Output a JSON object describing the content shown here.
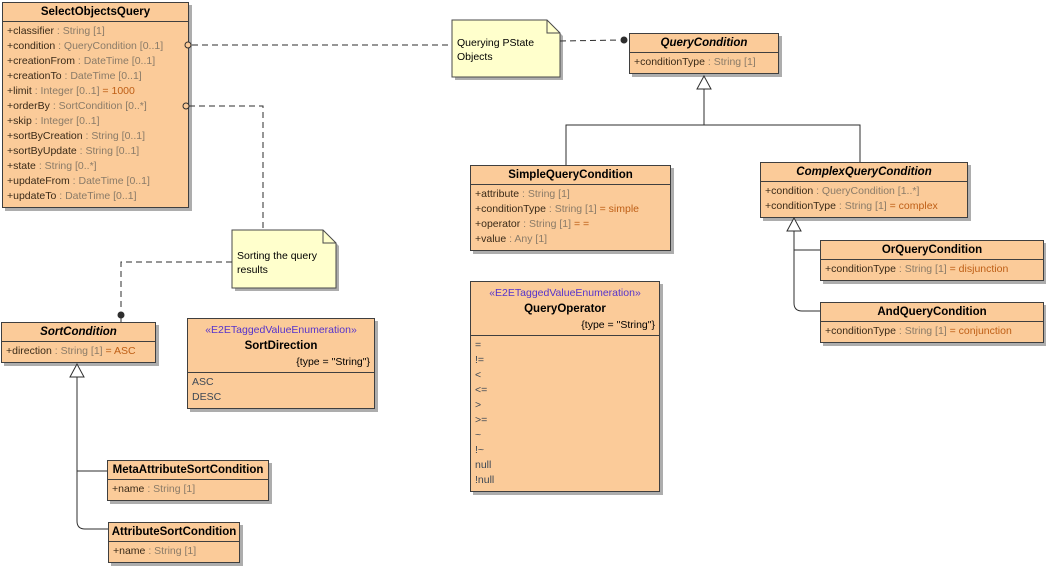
{
  "diagram": {
    "colors": {
      "class_fill": "#FBCB99",
      "class_border": "#3F3F3F",
      "shadow": "#ADADAD",
      "note_fill": "#FFFFCC",
      "stereotype_text": "#5533CC",
      "attr_name_text": "#3A2A18",
      "attr_type_text": "#8A7B68",
      "attr_default_text": "#BE5E15",
      "enum_literal_text": "#3D4855",
      "line_color": "#2E2E2E"
    },
    "classes": {
      "selectObjectsQuery": {
        "title": "SelectObjectsQuery",
        "attributes": [
          {
            "name": "+classifier",
            "type": " : String [1]"
          },
          {
            "name": "+condition",
            "type": " : QueryCondition [0..1]"
          },
          {
            "name": "+creationFrom",
            "type": " : DateTime [0..1]"
          },
          {
            "name": "+creationTo",
            "type": " : DateTime [0..1]"
          },
          {
            "name": "+limit",
            "type": " : Integer [0..1]",
            "default": " = 1000"
          },
          {
            "name": "+orderBy",
            "type": " : SortCondition [0..*]"
          },
          {
            "name": "+skip",
            "type": " : Integer [0..1]"
          },
          {
            "name": "+sortByCreation",
            "type": " : String [0..1]"
          },
          {
            "name": "+sortByUpdate",
            "type": " : String [0..1]"
          },
          {
            "name": "+state",
            "type": " : String [0..*]"
          },
          {
            "name": "+updateFrom",
            "type": " : DateTime [0..1]"
          },
          {
            "name": "+updateTo",
            "type": " : DateTime [0..1]"
          }
        ]
      },
      "queryCondition": {
        "title": "QueryCondition",
        "attributes": [
          {
            "name": "+conditionType",
            "type": " : String [1]"
          }
        ]
      },
      "simpleQueryCondition": {
        "title": "SimpleQueryCondition",
        "attributes": [
          {
            "name": "+attribute",
            "type": " : String [1]"
          },
          {
            "name": "+conditionType",
            "type": " : String [1]",
            "default": " = simple"
          },
          {
            "name": "+operator",
            "type": " : String [1]",
            "default": " = ="
          },
          {
            "name": "+value",
            "type": " : Any [1]"
          }
        ]
      },
      "complexQueryCondition": {
        "title": "ComplexQueryCondition",
        "attributes": [
          {
            "name": "+condition",
            "type": " : QueryCondition [1..*]"
          },
          {
            "name": "+conditionType",
            "type": " : String [1]",
            "default": " = complex"
          }
        ]
      },
      "orQueryCondition": {
        "title": "OrQueryCondition",
        "attributes": [
          {
            "name": "+conditionType",
            "type": " : String [1]",
            "default": " = disjunction"
          }
        ]
      },
      "andQueryCondition": {
        "title": "AndQueryCondition",
        "attributes": [
          {
            "name": "+conditionType",
            "type": " : String [1]",
            "default": " = conjunction"
          }
        ]
      },
      "sortCondition": {
        "title": "SortCondition",
        "attributes": [
          {
            "name": "+direction",
            "type": " : String [1]",
            "default": " = ASC"
          }
        ]
      },
      "metaAttributeSortCondition": {
        "title": "MetaAttributeSortCondition",
        "attributes": [
          {
            "name": "+name",
            "type": " : String [1]"
          }
        ]
      },
      "attributeSortCondition": {
        "title": "AttributeSortCondition",
        "attributes": [
          {
            "name": "+name",
            "type": " : String [1]"
          }
        ]
      }
    },
    "enums": {
      "queryOperator": {
        "stereotype": "«E2ETaggedValueEnumeration»",
        "name": "QueryOperator",
        "tag": "{type = \"String\"}",
        "literals": [
          "=",
          "!=",
          "<",
          "<=",
          ">",
          ">=",
          "~",
          "!~",
          "null",
          "!null"
        ]
      },
      "sortDirection": {
        "stereotype": "«E2ETaggedValueEnumeration»",
        "name": "SortDirection",
        "tag": "{type = \"String\"}",
        "literals": [
          "ASC",
          "DESC"
        ]
      }
    },
    "notes": {
      "queryingPState": {
        "text": "Querying PState Objects"
      },
      "sortingResults": {
        "text": "Sorting the query results"
      }
    }
  }
}
